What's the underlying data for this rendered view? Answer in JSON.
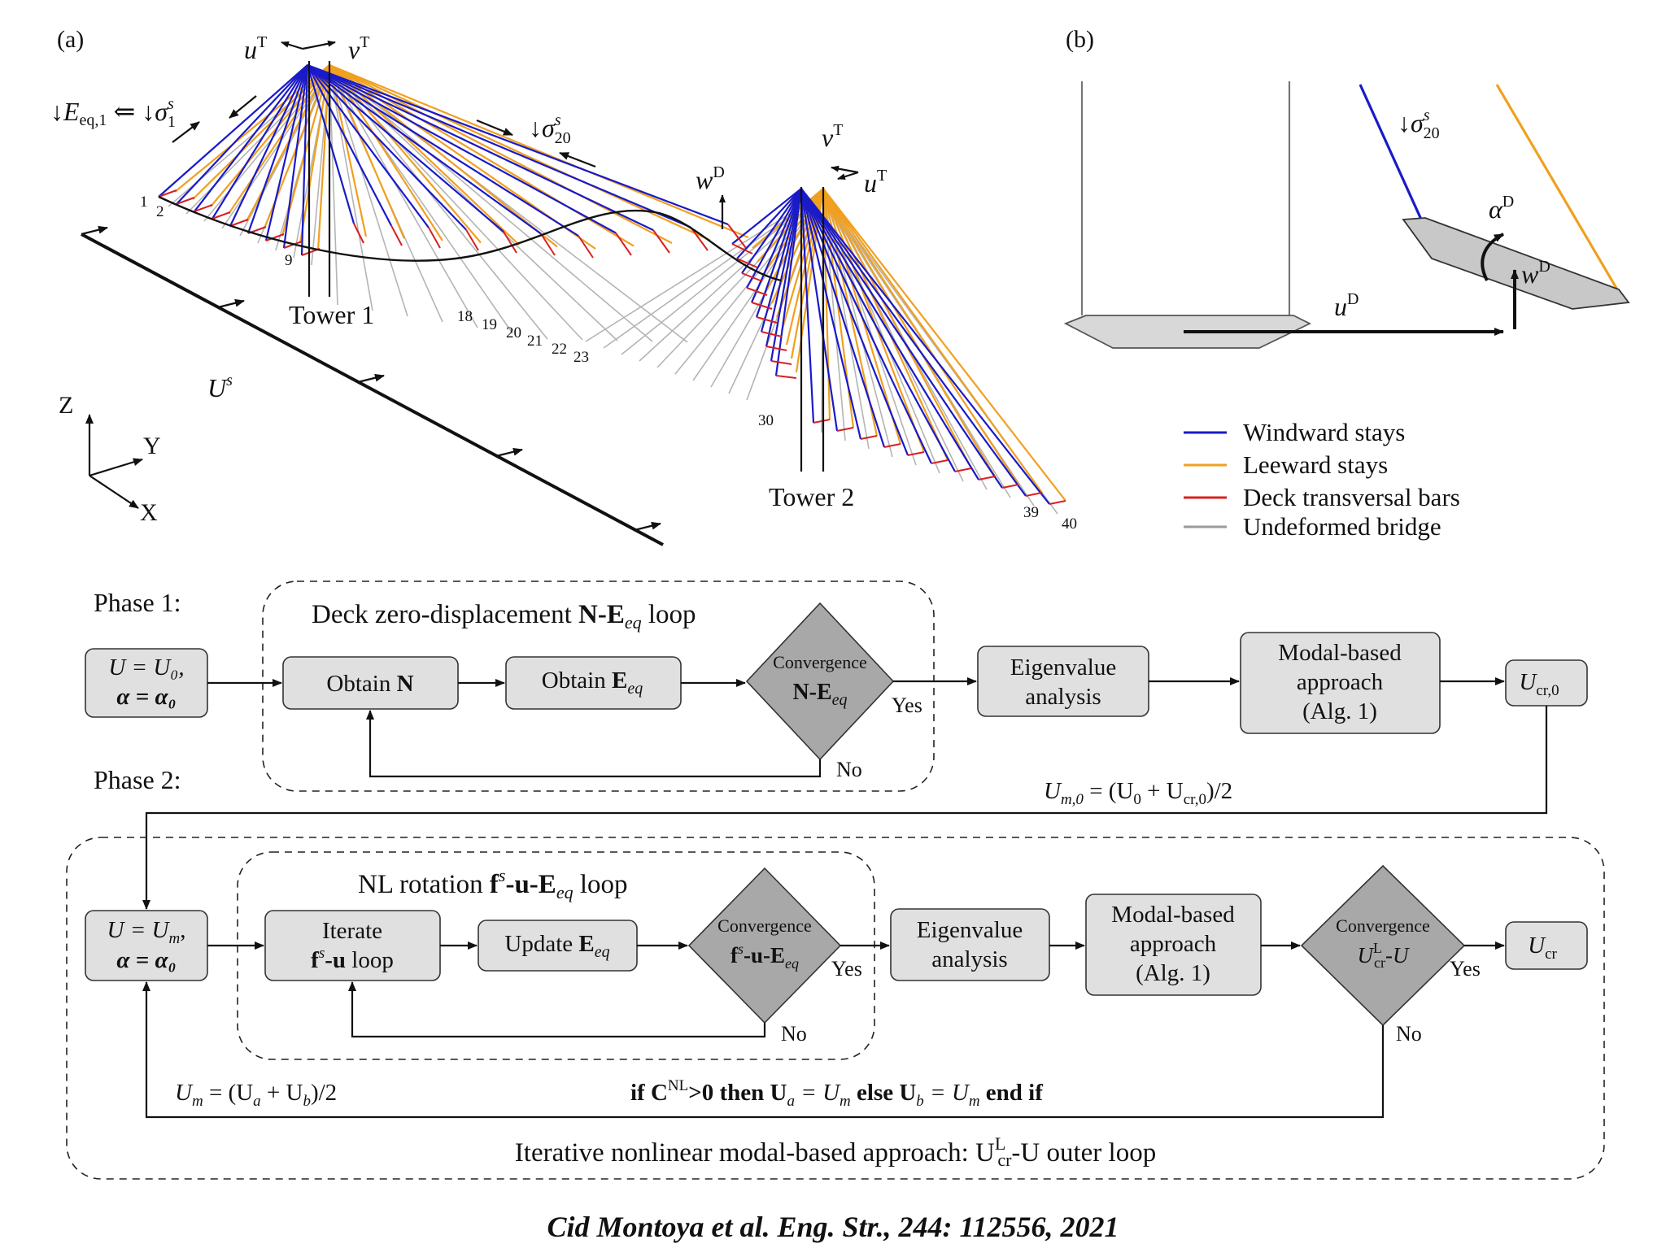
{
  "panel_a": {
    "label": "(a)",
    "tower1_label": "Tower 1",
    "tower2_label": "Tower 2",
    "annotations": {
      "eq_text": "↓E",
      "eq_sub": "eq,1",
      "implies": "⇐ ↓σ",
      "sigma1_sup": "s",
      "sigma1_sub": "1",
      "sigma20": "↓σ",
      "sigma20_sup": "s",
      "sigma20_sub": "20",
      "u_T": "u",
      "v_T": "v",
      "T_sup": "T",
      "w_D": "w",
      "D_sup": "D",
      "U_s": "U",
      "U_s_sup": "s"
    },
    "axes": {
      "z": "Z",
      "y": "Y",
      "x": "X"
    },
    "node_labels": [
      "1",
      "2",
      "9",
      "18",
      "19",
      "20",
      "21",
      "22",
      "23",
      "30",
      "39",
      "40"
    ]
  },
  "panel_b": {
    "label": "(b)",
    "sigma20": "↓σ",
    "sigma20_sup": "s",
    "sigma20_sub": "20",
    "alpha": "α",
    "u": "u",
    "w": "w",
    "D_sup": "D"
  },
  "legend": [
    {
      "label": "Windward stays",
      "color": "#1a1ac8"
    },
    {
      "label": "Leeward stays",
      "color": "#f0a020"
    },
    {
      "label": "Deck transversal bars",
      "color": "#d82020"
    },
    {
      "label": "Undeformed bridge",
      "color": "#9a9a9a"
    }
  ],
  "flowchart": {
    "phase1_label": "Phase 1:",
    "phase2_label": "Phase 2:",
    "loop1_title_pre": "Deck zero-displacement ",
    "loop1_title_bold": "N-E",
    "loop1_title_sub": "eq",
    "loop1_title_post": " loop",
    "init1_line1": "U = U₀,",
    "init1_line2": "α = α₀",
    "obtain_n": "Obtain ",
    "obtain_n_bold": "N",
    "obtain_e": "Obtain ",
    "obtain_e_bold": "E",
    "obtain_e_sub": "eq",
    "conv1_line1": "Convergence",
    "conv1_line2_bold": "N-E",
    "conv1_line2_sub": "eq",
    "eigen_line1": "Eigenvalue",
    "eigen_line2": "analysis",
    "modal_line1": "Modal-based",
    "modal_line2": "approach",
    "modal_line3": "(Alg. 1)",
    "ucr0": "U",
    "ucr0_sub": "cr,0",
    "yes": "Yes",
    "no": "No",
    "um0_formula": "U",
    "um0_sub": "m,0",
    "um0_rest1": " = (U",
    "um0_rest2": " + U",
    "um0_rest3": ")/2",
    "sub_0": "0",
    "sub_cr0": "cr,0",
    "loop2_title_pre": "NL rotation ",
    "loop2_title_bold": "f",
    "loop2_title_sup": "s",
    "loop2_title_bold2": "-u-E",
    "loop2_title_sub": "eq",
    "loop2_title_post": " loop",
    "init2_line1": "U = U",
    "init2_line1_sub": "m",
    "init2_line1_post": ",",
    "init2_line2": "α = α₀",
    "iterate_line1": "Iterate",
    "iterate_line2_bold": "f",
    "iterate_line2_sup": "s",
    "iterate_line2_bold2": "-u",
    "iterate_line2_post": " loop",
    "update_e": "Update ",
    "update_e_bold": "E",
    "update_e_sub": "eq",
    "conv2_line1": "Convergence",
    "conv2_line2_bold": "f",
    "conv2_line2_sup": "s",
    "conv2_line2_bold2": "-u-E",
    "conv2_line2_sub": "eq",
    "conv3_line1": "Convergence",
    "conv3_line2_u": "U",
    "conv3_line2_sup": "L",
    "conv3_line2_sub": "cr",
    "conv3_line2_post": "-U",
    "ucr": "U",
    "ucr_sub": "cr",
    "um_formula": "U",
    "um_sub": "m",
    "um_rest1": " = (U",
    "um_sub_a": "a",
    "um_rest2": " + U",
    "um_sub_b": "b",
    "um_rest3": ")/2",
    "if_text": "if C",
    "if_sup": "NL",
    "if_rest": ">0 then U",
    "if_sub_a": "a",
    "if_eq1": " = U",
    "if_sub_m1": "m",
    "if_else": " else U",
    "if_sub_b": "b",
    "if_eq2": " = U",
    "if_sub_m2": "m",
    "if_end": " end if",
    "outer_title_pre": "Iterative nonlinear modal-based approach: U",
    "outer_title_sup": "L",
    "outer_title_sub": "cr",
    "outer_title_post": "-U outer loop"
  },
  "credit": "Cid Montoya et al. Eng. Str., 244: 112556, 2021"
}
